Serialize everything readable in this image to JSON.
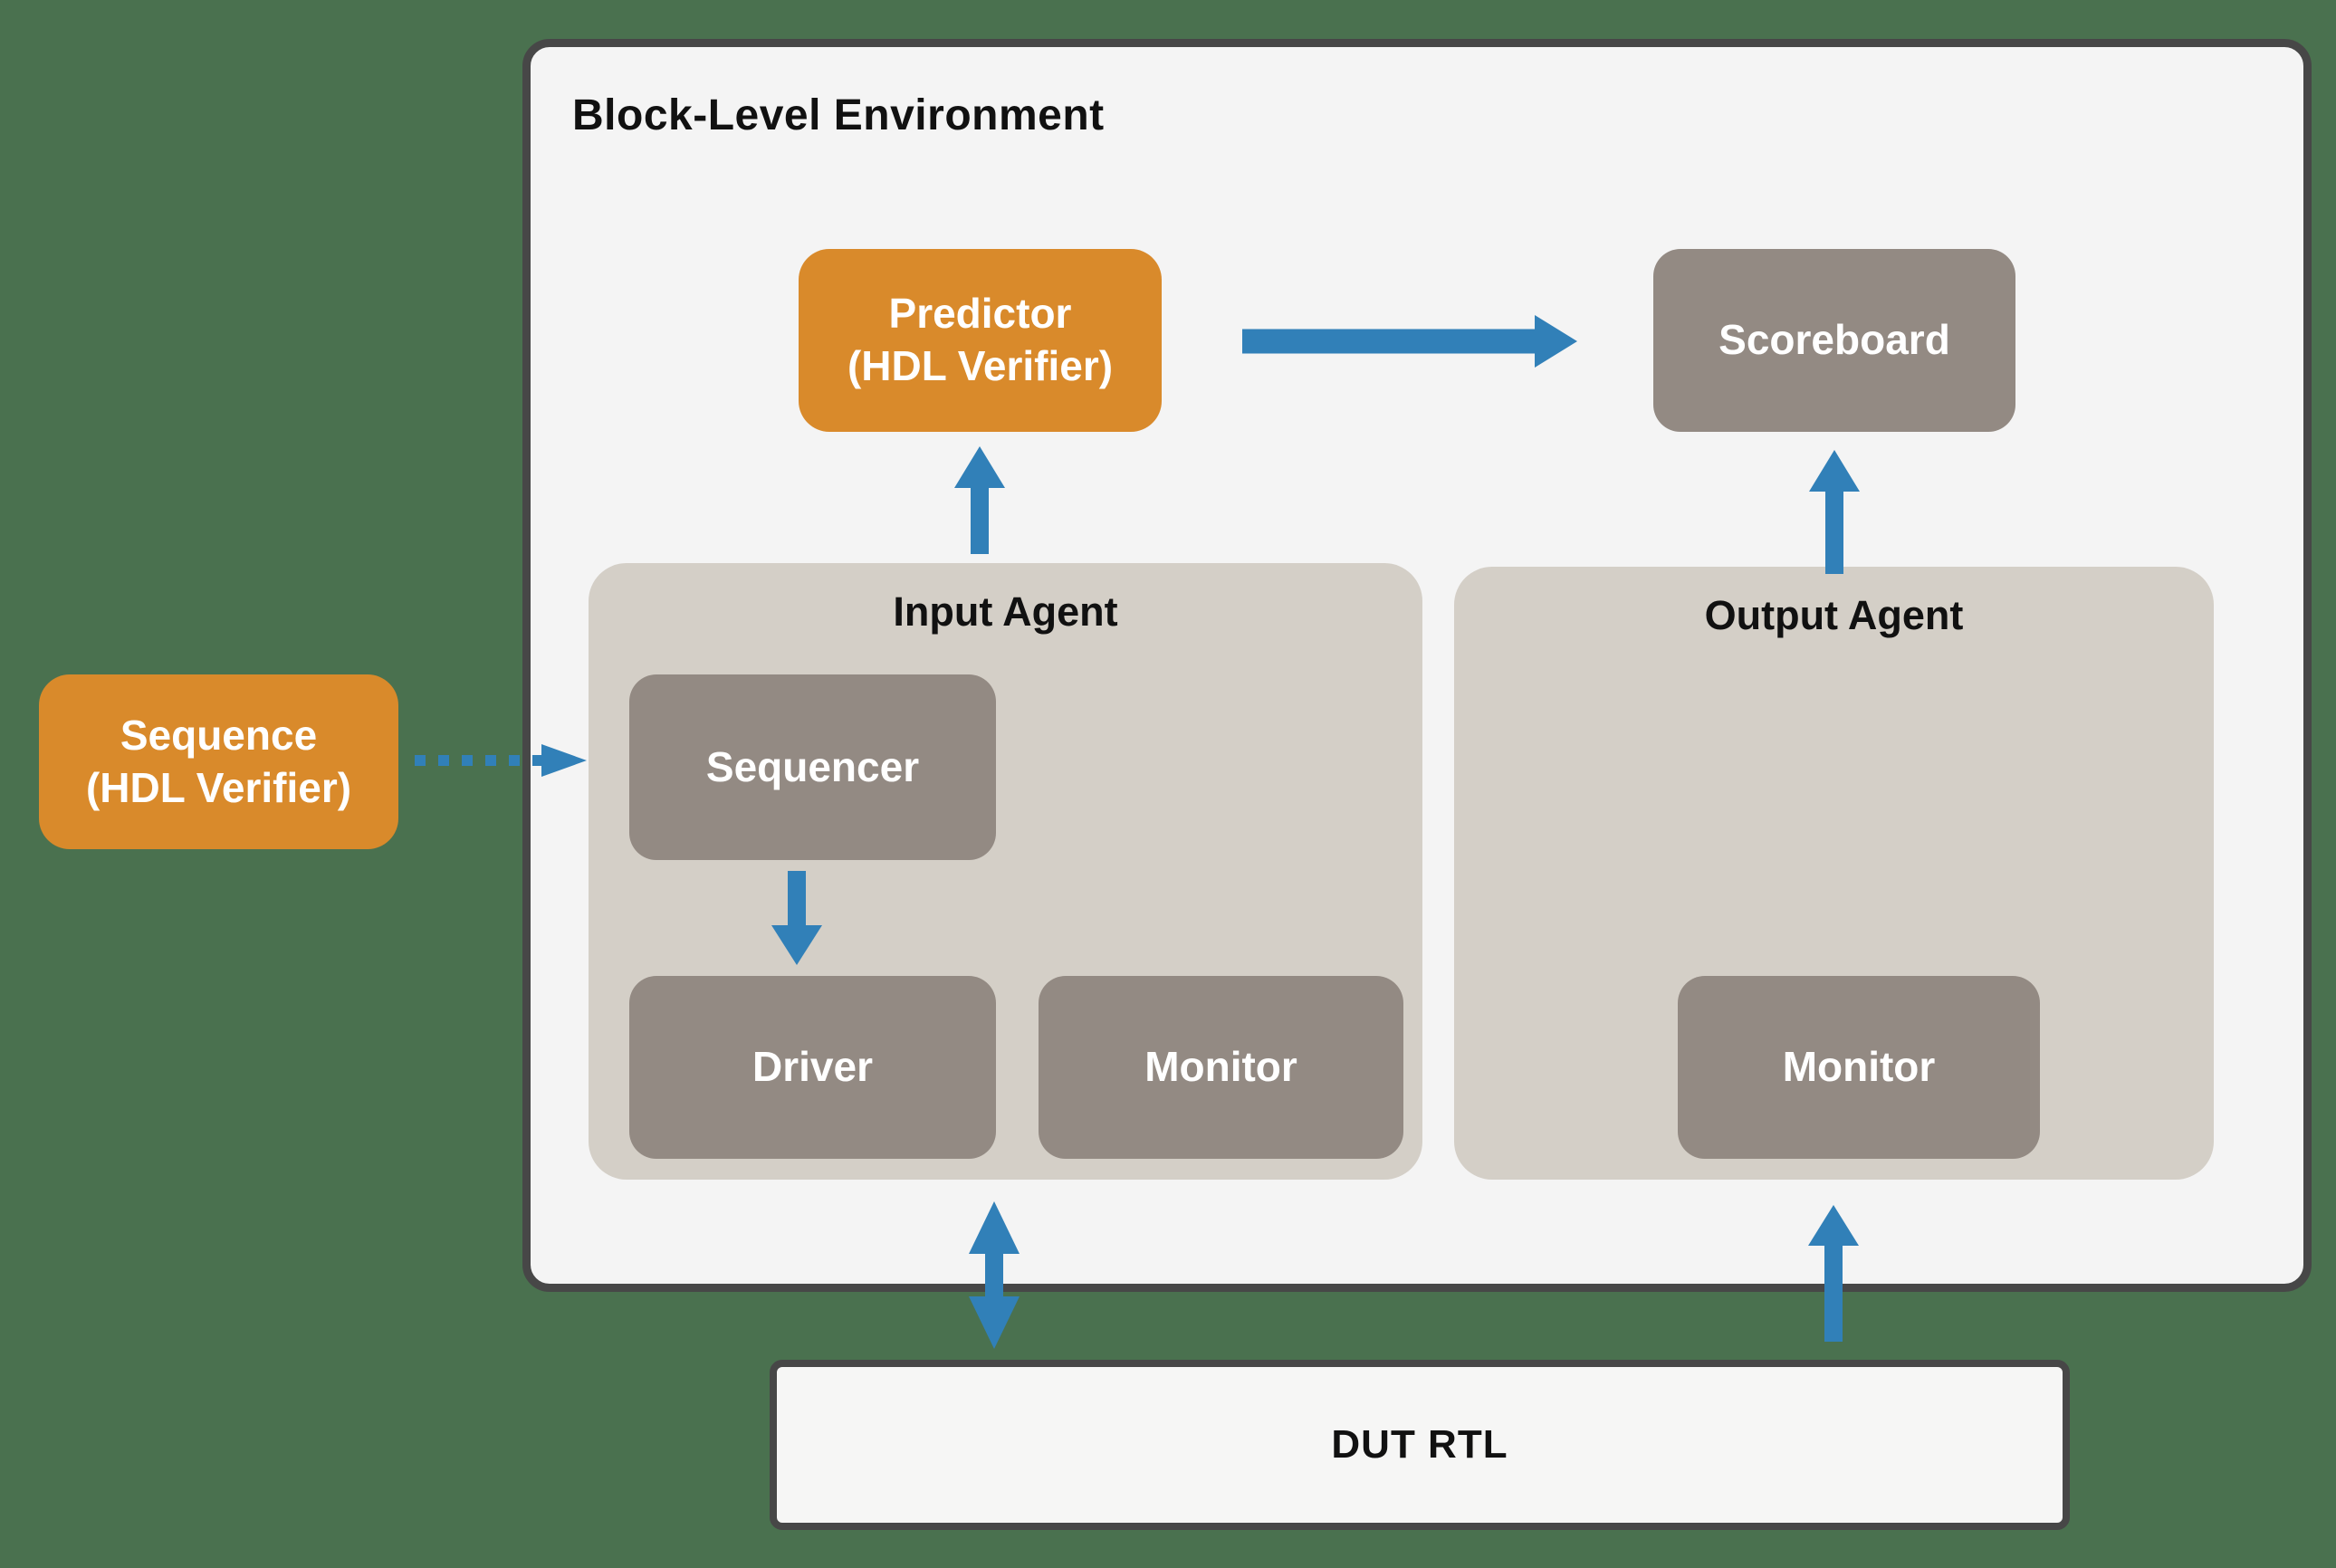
{
  "diagram": {
    "environment": {
      "title": "Block-Level Environment"
    },
    "sequence": {
      "line1": "Sequence",
      "line2": "(HDL Verifier)"
    },
    "predictor": {
      "line1": "Predictor",
      "line2": "(HDL Verifier)"
    },
    "scoreboard": {
      "label": "Scoreboard"
    },
    "input_agent": {
      "title": "Input Agent",
      "sequencer_label": "Sequencer",
      "driver_label": "Driver",
      "monitor_label": "Monitor"
    },
    "output_agent": {
      "title": "Output Agent",
      "monitor_label": "Monitor"
    },
    "dut": {
      "label": "DUT RTL"
    },
    "colors": {
      "background": "#4A714F",
      "environment_fill": "#F4F4F4",
      "environment_border": "#474747",
      "accent_orange": "#D98A2B",
      "block_gray": "#938A83",
      "agent_fill": "#D4CFC7",
      "arrow_blue": "#3180B8",
      "dut_fill": "#F6F6F5",
      "title_text": "#111111",
      "block_text": "#FFFFFF"
    }
  }
}
